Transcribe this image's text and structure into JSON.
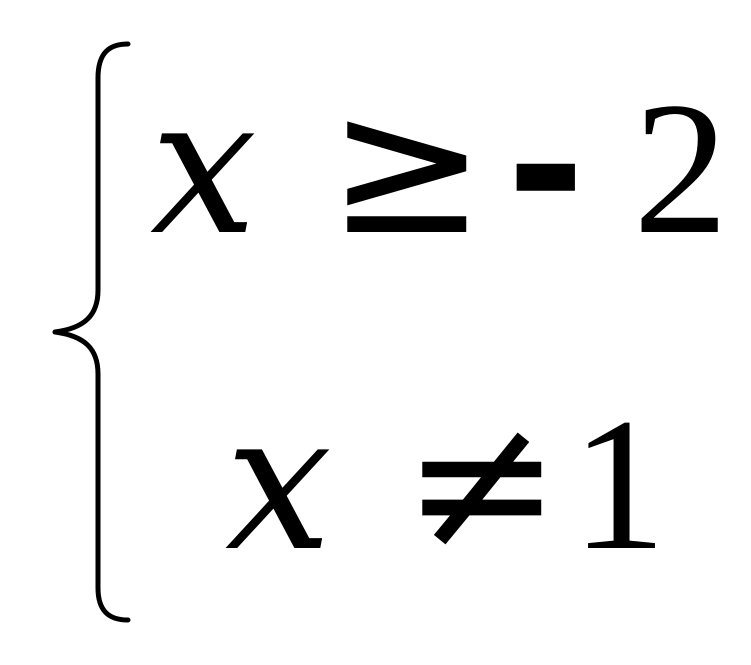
{
  "system": {
    "line1": {
      "variable": "x",
      "relation": "≥",
      "sign": "-",
      "value": "2"
    },
    "line2": {
      "variable": "x",
      "relation": "≠",
      "value": "1"
    }
  }
}
